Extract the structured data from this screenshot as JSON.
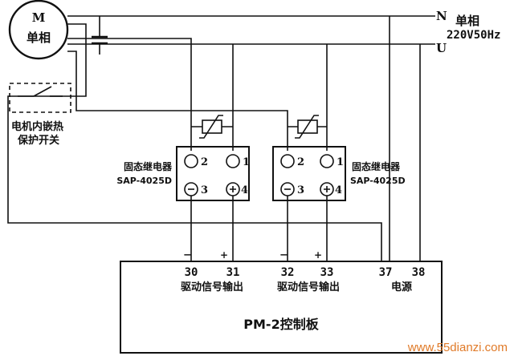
{
  "motor": {
    "letter": "M",
    "label": "单相"
  },
  "power": {
    "label_line1": "单相",
    "label_line2": "220V50Hz",
    "n_label": "N",
    "u_label": "U"
  },
  "protect_switch": {
    "line1": "电机内嵌热",
    "line2": "保护开关"
  },
  "relays": [
    {
      "name_line1": "固态继电器",
      "name_line2": "SAP-4025D",
      "pin2": "2",
      "pin1": "1",
      "pin3": "3",
      "pin4": "4"
    },
    {
      "name_line1": "固态继电器",
      "name_line2": "SAP-4025D",
      "pin2": "2",
      "pin1": "1",
      "pin3": "3",
      "pin4": "4"
    }
  ],
  "board": {
    "title": "PM-2控制板",
    "terminals": [
      "30",
      "31",
      "32",
      "33",
      "37",
      "38"
    ],
    "signs": [
      "−",
      "+",
      "−",
      "+"
    ],
    "group_labels": [
      "驱动信号输出",
      "驱动信号输出",
      "电源"
    ]
  },
  "watermark": "www.55dianzi.com"
}
